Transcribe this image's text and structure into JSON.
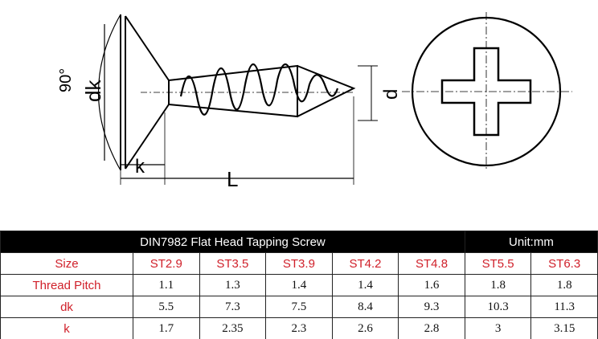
{
  "diagram": {
    "angle_label": "90°",
    "dk_label": "dk",
    "k_label": "k",
    "L_label": "L",
    "d_label": "d"
  },
  "table": {
    "title": "DIN7982 Flat Head Tapping Screw",
    "unit": "Unit:mm",
    "header": {
      "label": "Size",
      "values": [
        "ST2.9",
        "ST3.5",
        "ST3.9",
        "ST4.2",
        "ST4.8",
        "ST5.5",
        "ST6.3"
      ]
    },
    "rows": [
      {
        "label": "Thread Pitch",
        "values": [
          "1.1",
          "1.3",
          "1.4",
          "1.4",
          "1.6",
          "1.8",
          "1.8"
        ]
      },
      {
        "label": "dk",
        "values": [
          "5.5",
          "7.3",
          "7.5",
          "8.4",
          "9.3",
          "10.3",
          "11.3"
        ]
      },
      {
        "label": "k",
        "values": [
          "1.7",
          "2.35",
          "2.3",
          "2.6",
          "2.8",
          "3",
          "3.15"
        ]
      }
    ]
  },
  "colors": {
    "header_text": "#d0202a",
    "title_bg": "#000000"
  }
}
